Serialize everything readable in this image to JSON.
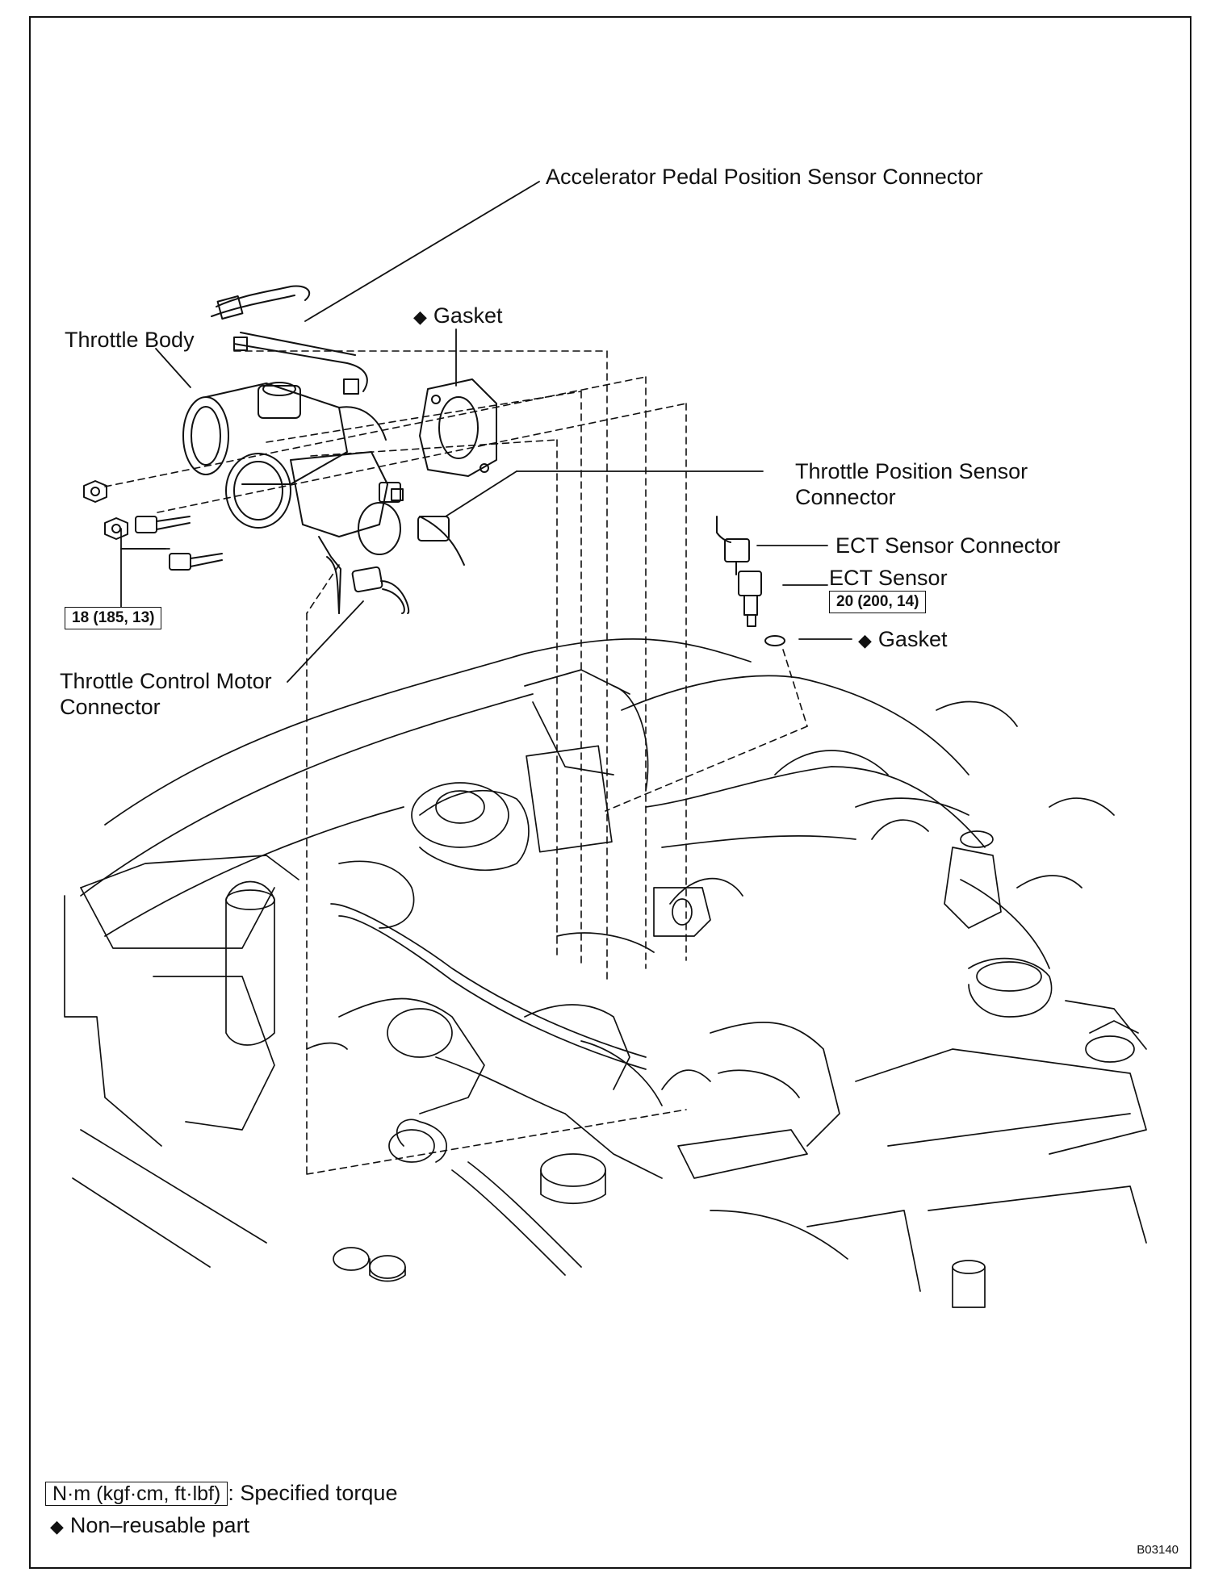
{
  "labels": {
    "accelerator_connector": "Accelerator Pedal Position Sensor Connector",
    "gasket_top": "Gasket",
    "throttle_body": "Throttle Body",
    "tps_connector_line1": "Throttle Position Sensor",
    "tps_connector_line2": "Connector",
    "ect_connector": "ECT Sensor Connector",
    "ect_sensor": "ECT Sensor",
    "gasket_ect": "Gasket",
    "motor_connector_line1": "Throttle Control Motor",
    "motor_connector_line2": "Connector"
  },
  "torques": {
    "throttle_body": "18 (185, 13)",
    "ect_sensor": "20 (200, 14)"
  },
  "legend": {
    "torque_unit": "N·m (kgf·cm, ft·lbf)",
    "torque_desc": ": Specified torque",
    "nonreusable": "Non–reusable part"
  },
  "diamond_symbol": "◆",
  "figure_code": "B03140"
}
